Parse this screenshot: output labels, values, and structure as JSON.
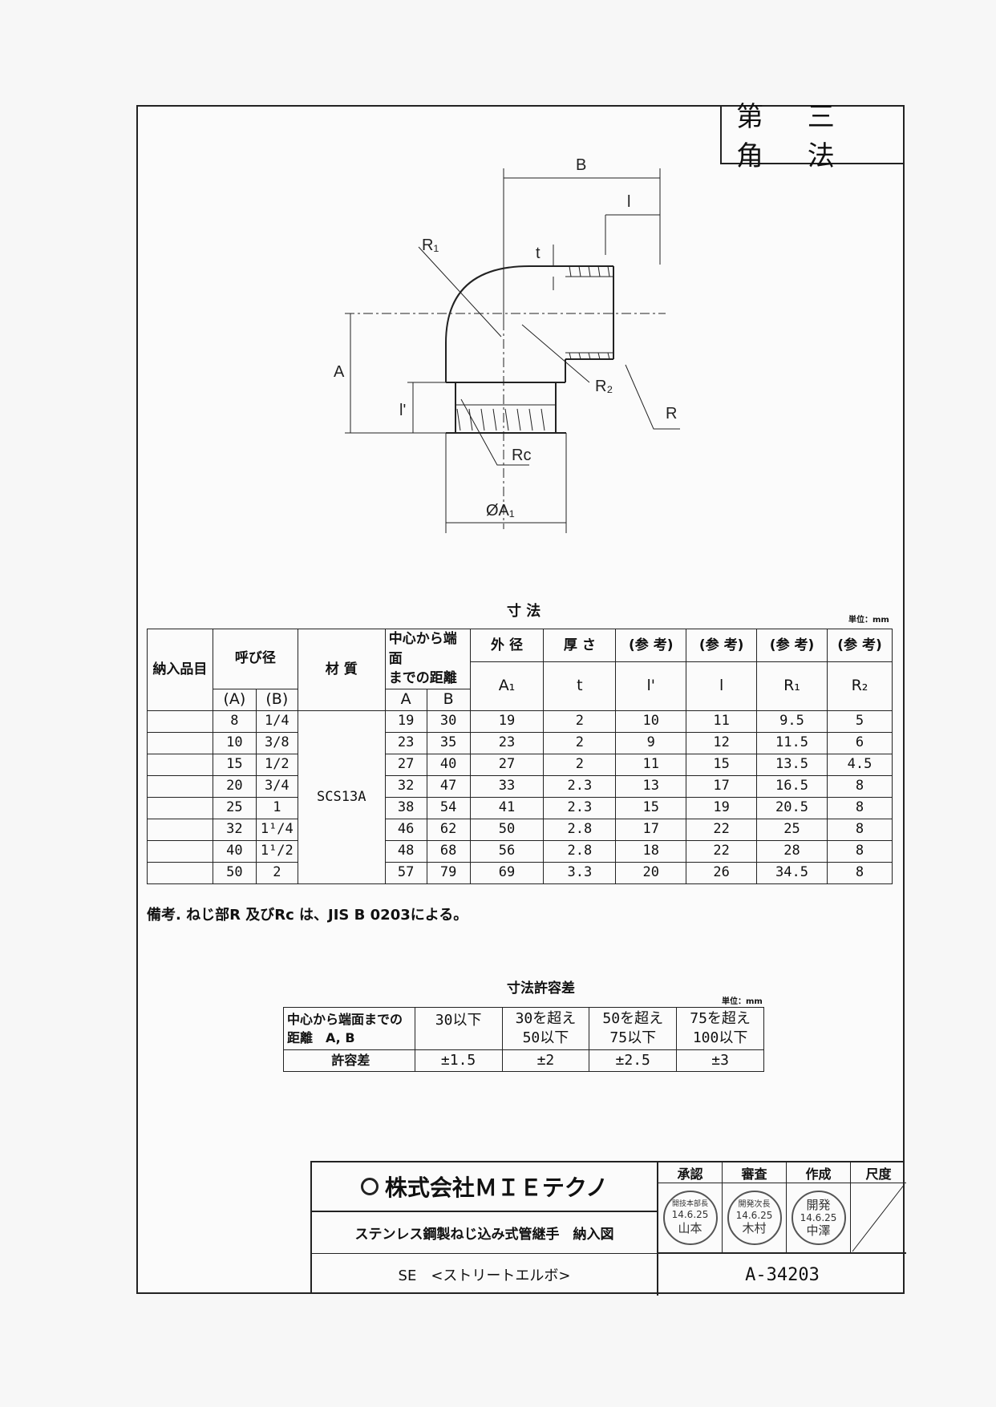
{
  "projection_method": "第 三 角 法",
  "drawing_labels": {
    "B": "B",
    "l": "l",
    "t": "t",
    "R1": "R₁",
    "A": "A",
    "l_prime": "l'",
    "R2": "R₂",
    "R": "R",
    "Rc": "Rc",
    "phiA1": "ØA₁"
  },
  "dims_table": {
    "caption": "寸 法",
    "unit": "単位：mm",
    "headers": {
      "item": "納入品目",
      "nominal": "呼び径",
      "nominal_a": "(A)",
      "nominal_b": "(B)",
      "material": "材 質",
      "center_to_end_line1": "中心から端面",
      "center_to_end_line2": "までの距離",
      "col_a": "A",
      "col_b": "B",
      "outer_dia": "外 径",
      "outer_sym": "A₁",
      "thickness": "厚 さ",
      "thickness_sym": "t",
      "ref1": "(参 考)",
      "ref1_sym": "l'",
      "ref2": "(参 考)",
      "ref2_sym": "l",
      "ref3": "(参 考)",
      "ref3_sym": "R₁",
      "ref4": "(参 考)",
      "ref4_sym": "R₂"
    },
    "material": "SCS13A",
    "rows": [
      [
        "8",
        "1/4",
        "19",
        "30",
        "19",
        "2",
        "10",
        "11",
        "9.5",
        "5"
      ],
      [
        "10",
        "3/8",
        "23",
        "35",
        "23",
        "2",
        "9",
        "12",
        "11.5",
        "6"
      ],
      [
        "15",
        "1/2",
        "27",
        "40",
        "27",
        "2",
        "11",
        "15",
        "13.5",
        "4.5"
      ],
      [
        "20",
        "3/4",
        "32",
        "47",
        "33",
        "2.3",
        "13",
        "17",
        "16.5",
        "8"
      ],
      [
        "25",
        "1",
        "38",
        "54",
        "41",
        "2.3",
        "15",
        "19",
        "20.5",
        "8"
      ],
      [
        "32",
        "1¹/4",
        "46",
        "62",
        "50",
        "2.8",
        "17",
        "22",
        "25",
        "8"
      ],
      [
        "40",
        "1¹/2",
        "48",
        "68",
        "56",
        "2.8",
        "18",
        "22",
        "28",
        "8"
      ],
      [
        "50",
        "2",
        "57",
        "79",
        "69",
        "3.3",
        "20",
        "26",
        "34.5",
        "8"
      ]
    ]
  },
  "note": "備考. ねじ部R 及びRc は、JIS B 0203による。",
  "tolerance_table": {
    "caption": "寸法許容差",
    "unit": "単位：mm",
    "row1_label_line1": "中心から端面までの",
    "row1_label_line2": "距離　A, B",
    "ranges": [
      [
        "30以下",
        ""
      ],
      [
        "30を超え",
        "50以下"
      ],
      [
        "50を超え",
        "75以下"
      ],
      [
        "75を超え",
        "100以下"
      ]
    ],
    "row2_label": "許容差",
    "values": [
      "±1.5",
      "±2",
      "±2.5",
      "±3"
    ]
  },
  "title_block": {
    "company": "株式会社ＭＩＥテクノ",
    "product": "ステンレス鋼製ねじ込み式管継手　納入図",
    "model": "SE　<ストリートエルボ>",
    "drawing_no": "A-34203",
    "approved": "承認",
    "checked": "審査",
    "drawn": "作成",
    "scale": "尺度",
    "stamps": [
      {
        "top": "開技本部長",
        "date": "14.6.25",
        "name": "山本"
      },
      {
        "top": "開発次長",
        "date": "14.6.25",
        "name": "木村"
      },
      {
        "top": "開発",
        "date": "14.6.25",
        "name": "中澤"
      }
    ]
  }
}
